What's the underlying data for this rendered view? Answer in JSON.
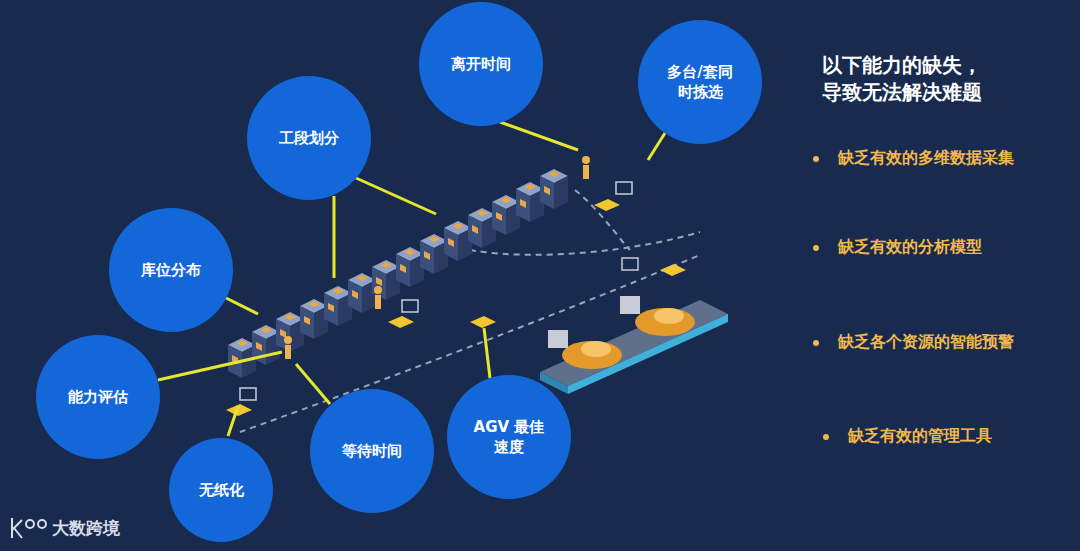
{
  "diagram": {
    "title": "以下能力的缺失，导致无法解决难题",
    "nodes": [
      {
        "text": [
          "离开时间"
        ]
      },
      {
        "text": [
          "多台/套同时拣选"
        ]
      },
      {
        "text": [
          "工段划分"
        ]
      },
      {
        "text": [
          "库位分布"
        ]
      },
      {
        "text": [
          "能力评估"
        ]
      },
      {
        "text": [
          "等待时间"
        ]
      },
      {
        "text": [
          "AGV 最佳速度"
        ]
      },
      {
        "text": [
          "无纸化"
        ]
      }
    ],
    "labels": [
      "缺乏有效的多维数据采集",
      "缺乏有效的分析模型",
      "缺乏各个资源的智能预警",
      "缺乏有效的管理工具",
      "大数跨境"
    ]
  }
}
